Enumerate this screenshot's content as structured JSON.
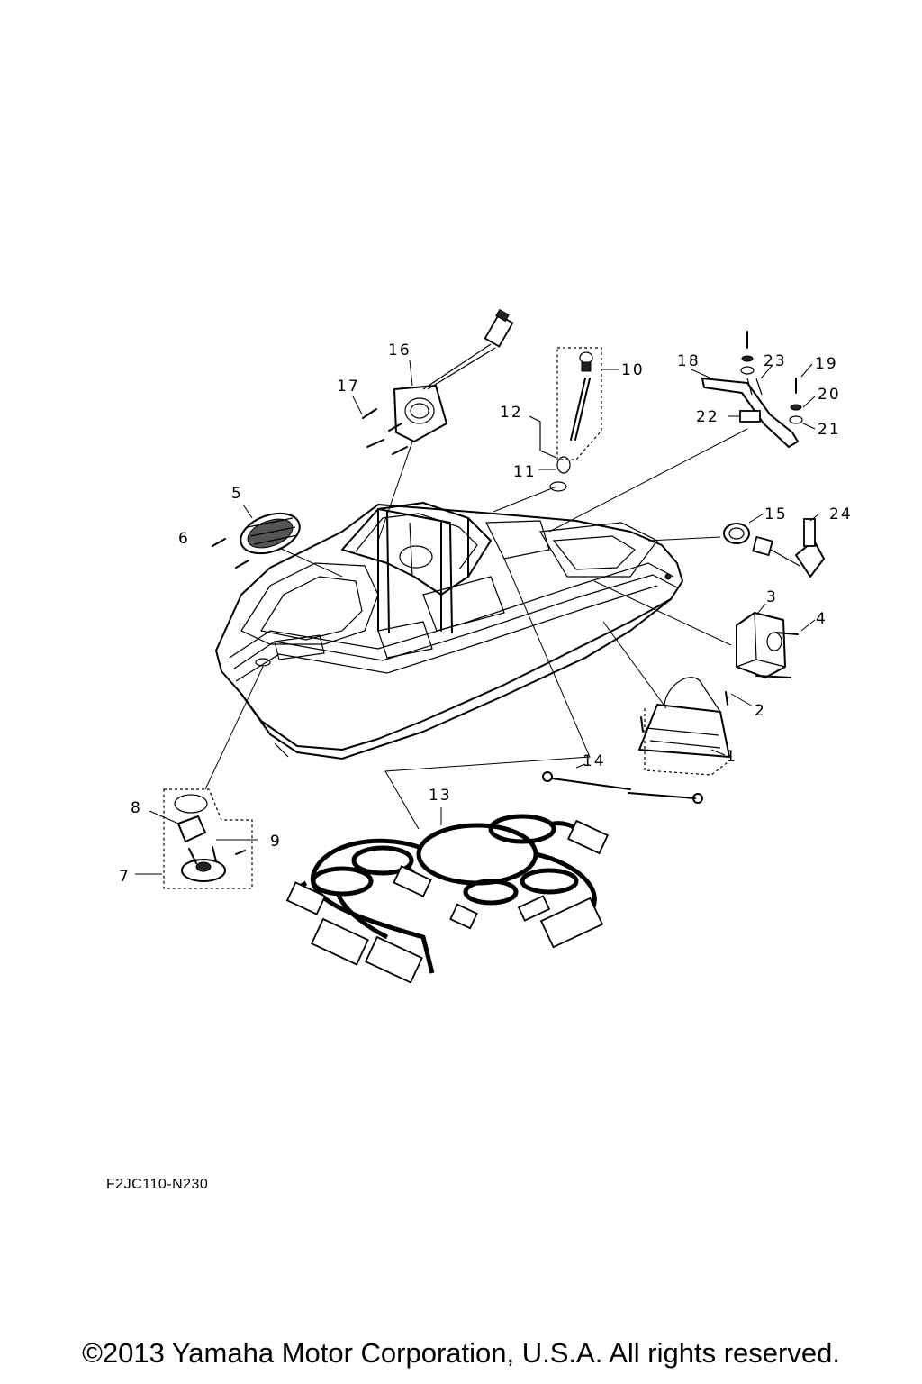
{
  "diagram_code": "F2JC110-N230",
  "copyright": "©2013 Yamaha Motor Corporation, U.S.A. All rights reserved.",
  "callouts": [
    "1",
    "2",
    "3",
    "4",
    "5",
    "6",
    "7",
    "8",
    "9",
    "10",
    "11",
    "12",
    "13",
    "14",
    "15",
    "16",
    "17",
    "18",
    "19",
    "20",
    "21",
    "22",
    "23",
    "24"
  ]
}
